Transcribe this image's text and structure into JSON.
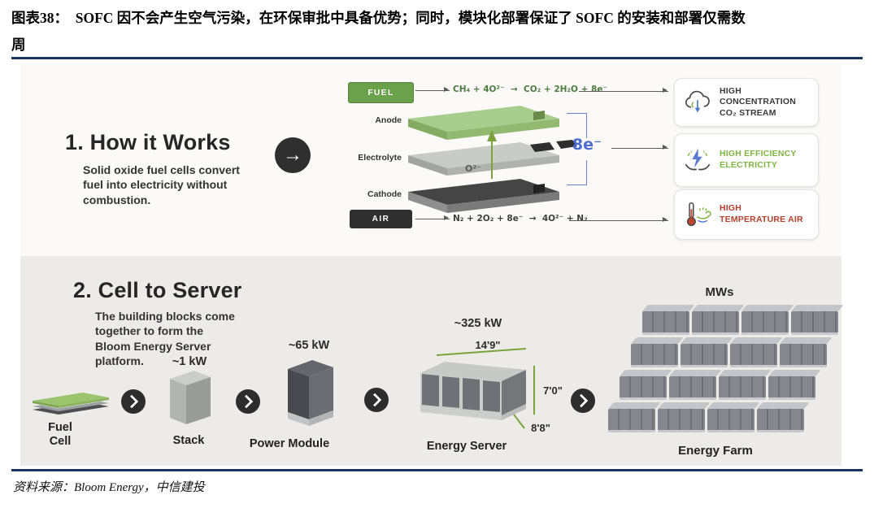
{
  "header": {
    "title": "图表38：  SOFC 因不会产生空气污染，在环保审批中具备优势；同时，模块化部署保证了 SOFC 的安装和部署仅需数\n周"
  },
  "footer": {
    "source": "资料来源：Bloom Energy，中信建投"
  },
  "icons": {
    "flow_arrow": "→",
    "step_arrow": "chevron-right",
    "output_icons": [
      "co2-capture-icon",
      "electricity-icon",
      "temperature-icon"
    ]
  },
  "colors": {
    "navy_rule": "#17365d",
    "fuel_green": "#6ba14a",
    "air_dark": "#2f2f2f",
    "electron_blue": "#4a6bd0",
    "dimension_green": "#7aa33c",
    "section2_bg": "#ecebe8"
  },
  "how_it_works": {
    "heading": "1. How it Works",
    "description": "Solid oxide fuel cells convert fuel into electricity without combustion.",
    "fuel_label": "FUEL",
    "fuel_equation": "CH₄ + 4O²⁻  →  CO₂ + 2H₂O + 8e⁻",
    "air_label": "AIR",
    "air_equation": "N₂ + 2O₂ + 8e⁻  →  4O²⁻ + N₂",
    "layers": [
      "Anode",
      "Electrolyte",
      "Cathode"
    ],
    "ion_label": "O²⁻",
    "electron_label": "8e⁻",
    "outputs": [
      {
        "label": "HIGH\nCONCENTRATION\nCO₂ STREAM",
        "color": "#3a3a3a"
      },
      {
        "label": "HIGH EFFICIENCY\nELECTRICITY",
        "color": "#7fb543"
      },
      {
        "label": "HIGH\nTEMPERATURE AIR",
        "color": "#b5402e"
      }
    ]
  },
  "cell_to_server": {
    "heading": "2. Cell to Server",
    "description": "The building blocks come together to form the Bloom Energy Server platform.",
    "steps": [
      {
        "name": "Fuel Cell",
        "capacity": ""
      },
      {
        "name": "Stack",
        "capacity": "~1 kW"
      },
      {
        "name": "Power Module",
        "capacity": "~65 kW"
      },
      {
        "name": "Energy Server",
        "capacity": "~325 kW",
        "width": "14'9\"",
        "height": "7'0\"",
        "depth": "8'8\""
      },
      {
        "name": "Energy Farm",
        "capacity": "MWs"
      }
    ]
  }
}
